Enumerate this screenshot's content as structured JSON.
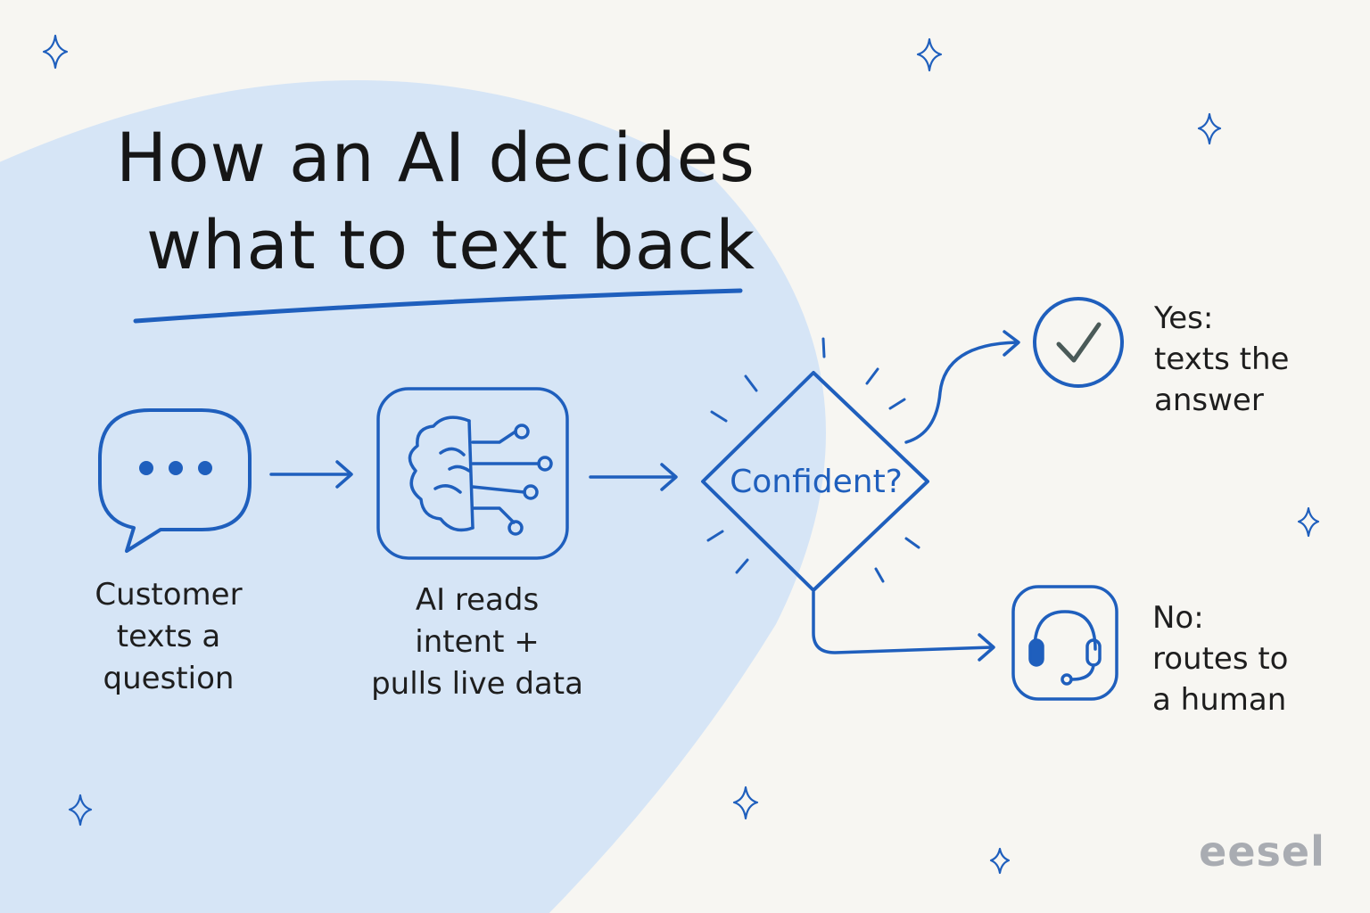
{
  "title": {
    "line1": "How an AI decides",
    "line2": "what to text back"
  },
  "steps": {
    "customer": {
      "icon": "speech-bubble-icon",
      "line1": "Customer",
      "line2": "texts a",
      "line3": "question"
    },
    "ai": {
      "icon": "brain-circuit-icon",
      "line1": "AI reads",
      "line2": "intent +",
      "line3": "pulls live data"
    }
  },
  "decision": {
    "label": "Confident?"
  },
  "outcomes": {
    "yes": {
      "icon": "checkmark-icon",
      "line1": "Yes:",
      "line2": "texts the",
      "line3": "answer"
    },
    "no": {
      "icon": "headset-icon",
      "line1": "No:",
      "line2": "routes to",
      "line3": "a human"
    }
  },
  "brand": "eesel",
  "colors": {
    "accent": "#1f5fbd",
    "background": "#f7f6f2",
    "blob": "#d6e5f6",
    "check": "#4a5a58",
    "brand": "#a9acb2"
  }
}
